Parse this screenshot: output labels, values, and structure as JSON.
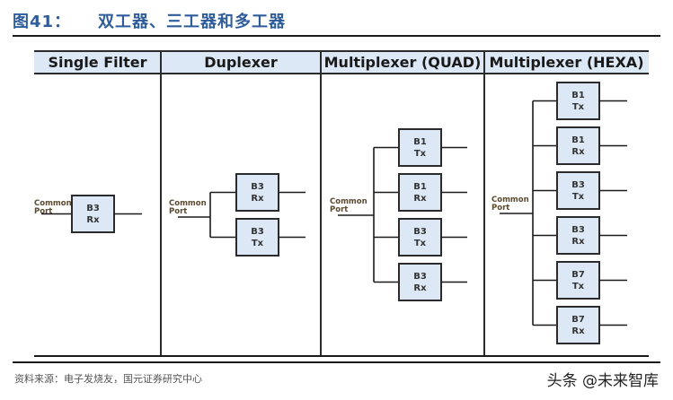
{
  "figure": {
    "number": "图41：",
    "title": "双工器、三工器和多工器"
  },
  "headers": [
    "Single Filter",
    "Duplexer",
    "Multiplexer (QUAD)",
    "Multiplexer (HEXA)"
  ],
  "port_label": [
    "Common",
    "Port"
  ],
  "columns": [
    {
      "name": "single-filter",
      "filters": [
        {
          "band": "B3",
          "dir": "Rx"
        }
      ]
    },
    {
      "name": "duplexer",
      "filters": [
        {
          "band": "B3",
          "dir": "Rx"
        },
        {
          "band": "B3",
          "dir": "Tx"
        }
      ]
    },
    {
      "name": "quad",
      "filters": [
        {
          "band": "B1",
          "dir": "Tx"
        },
        {
          "band": "B1",
          "dir": "Rx"
        },
        {
          "band": "B3",
          "dir": "Tx"
        },
        {
          "band": "B3",
          "dir": "Rx"
        }
      ]
    },
    {
      "name": "hexa",
      "filters": [
        {
          "band": "B1",
          "dir": "Tx"
        },
        {
          "band": "B1",
          "dir": "Rx"
        },
        {
          "band": "B3",
          "dir": "Tx"
        },
        {
          "band": "B3",
          "dir": "Rx"
        },
        {
          "band": "B7",
          "dir": "Tx"
        },
        {
          "band": "B7",
          "dir": "Rx"
        }
      ]
    }
  ],
  "colors": {
    "title": "#2e5c9a",
    "header_fill": "#dce8f6",
    "box_fill": "#dce8f6"
  },
  "footer": {
    "source": "资料来源：电子发烧友，国元证券研究中心",
    "watermark": "头条 @未来智库"
  }
}
